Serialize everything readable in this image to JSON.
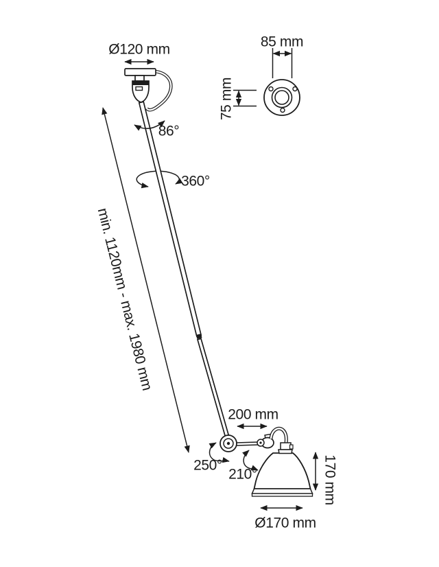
{
  "drawing": {
    "title": "articulated pendant lamp dimension drawing",
    "dimensions": {
      "canopy_diameter": "Ø120 mm",
      "mount_plate_width": "85 mm",
      "mount_plate_height": "75 mm",
      "rod_length_range": "min. 1120mm - max. 1980 mm",
      "arm_length": "200 mm",
      "shade_height": "170 mm",
      "shade_diameter": "Ø170 mm"
    },
    "angles": {
      "rod_tilt": "86°",
      "rod_rotation": "360°",
      "elbow_rotation": "250°",
      "shade_rotation": "210°"
    },
    "colors": {
      "ink": "#1c1c1c",
      "background": "#ffffff"
    }
  }
}
